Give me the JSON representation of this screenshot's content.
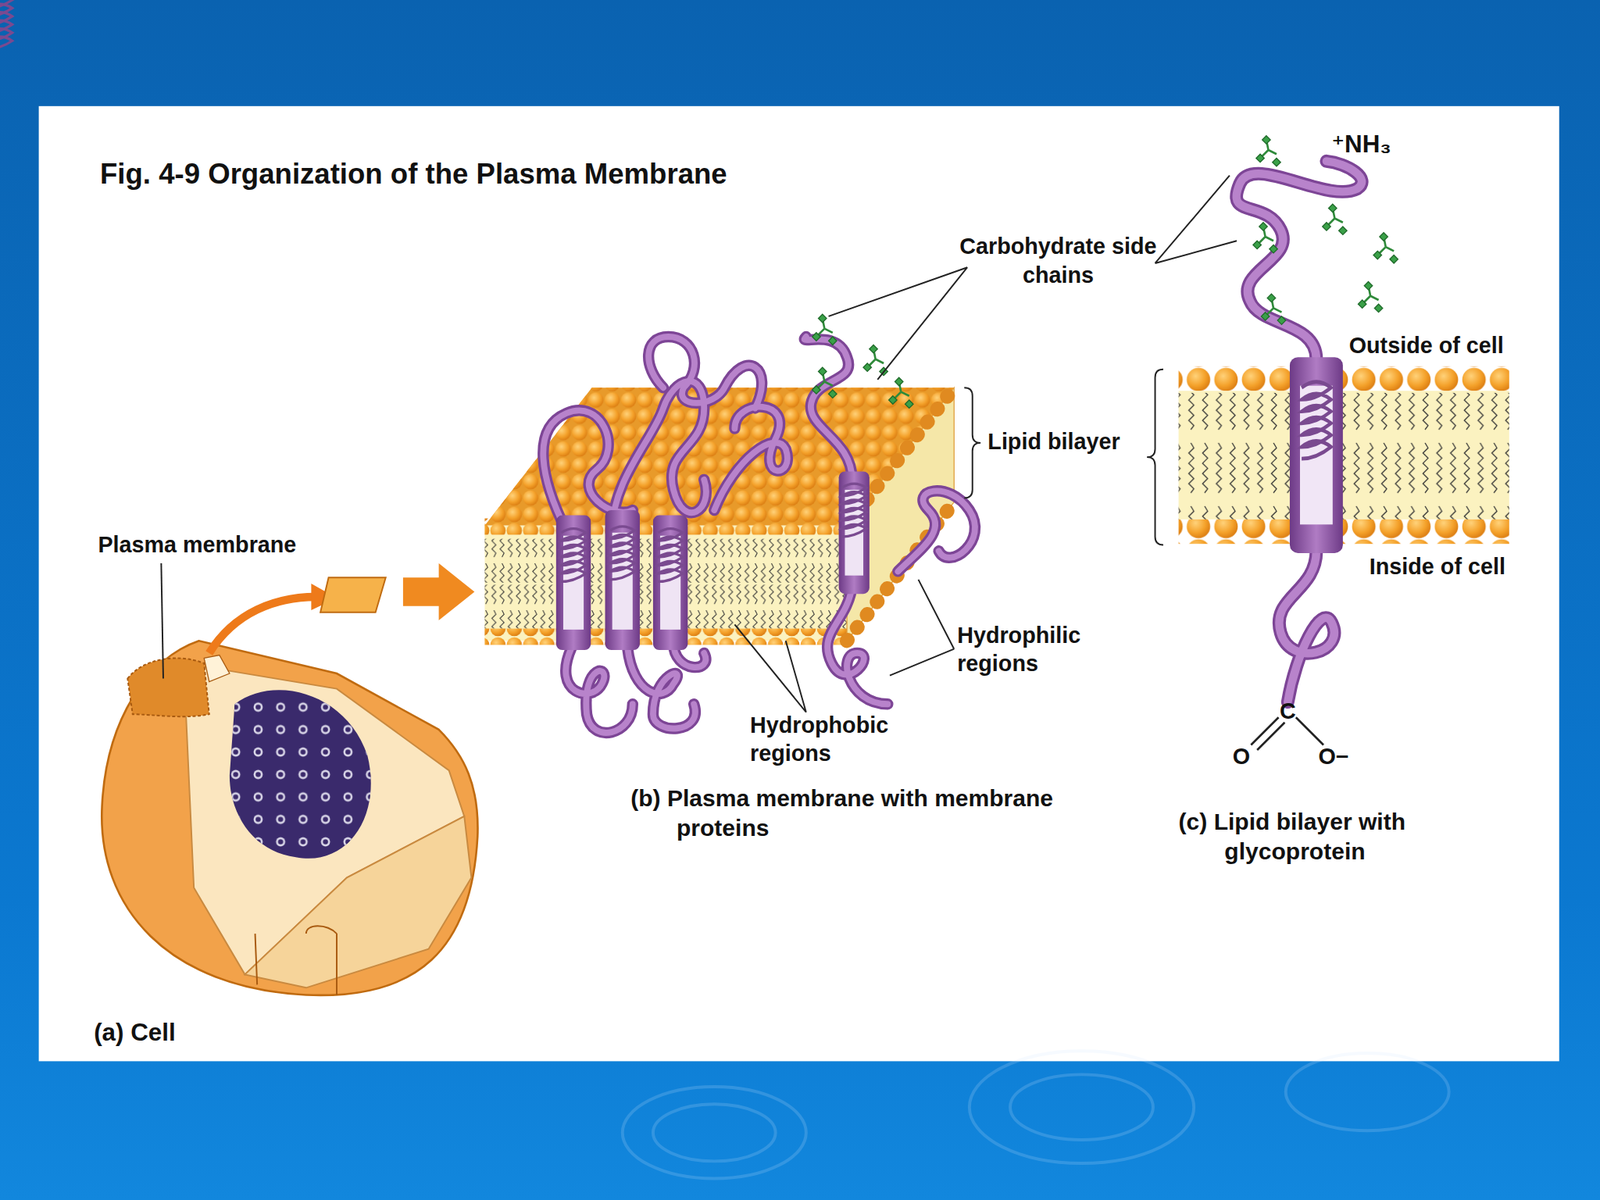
{
  "diagram": {
    "title": "Fig. 4-9 Organization of the Plasma Membrane",
    "labels": [
      "Plasma membrane",
      "Carbohydrate side chains",
      "Lipid bilayer",
      "Outside of cell",
      "Inside of cell",
      "Hydrophilic regions",
      "Hydrophobic regions",
      "(b) Plasma membrane with membrane proteins",
      "(c) Lipid bilayer with glycoprotein",
      "(a) Cell",
      "⁺NH₃",
      "C",
      "O",
      "O−"
    ]
  }
}
